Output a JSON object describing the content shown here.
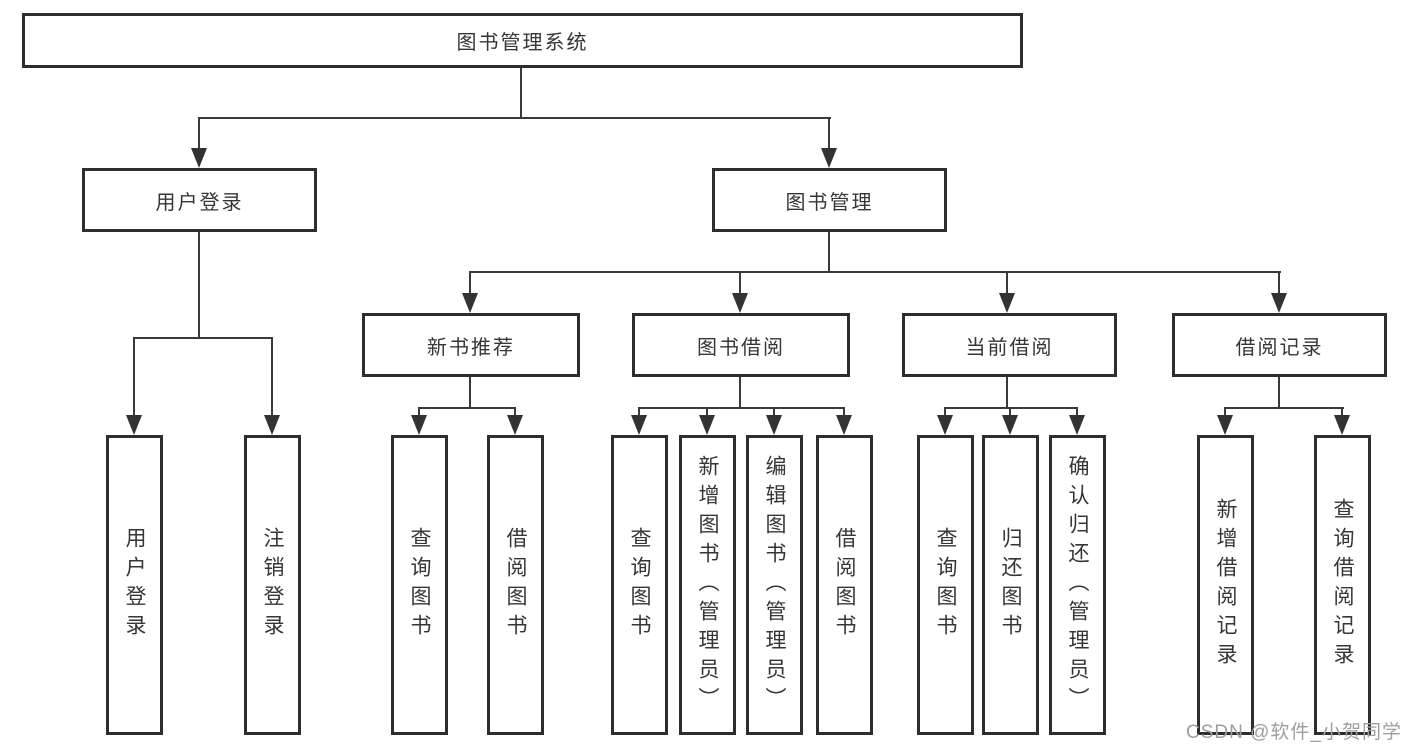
{
  "tree": {
    "label": "图书管理系统",
    "children": [
      {
        "label": "用户登录",
        "children": [
          {
            "label": "用户登录"
          },
          {
            "label": "注销登录"
          }
        ]
      },
      {
        "label": "图书管理",
        "children": [
          {
            "label": "新书推荐",
            "children": [
              {
                "label": "查询图书"
              },
              {
                "label": "借阅图书"
              }
            ]
          },
          {
            "label": "图书借阅",
            "children": [
              {
                "label": "查询图书"
              },
              {
                "label": "新增图书（管理员）"
              },
              {
                "label": "编辑图书（管理员）"
              },
              {
                "label": "借阅图书"
              }
            ]
          },
          {
            "label": "当前借阅",
            "children": [
              {
                "label": "查询图书"
              },
              {
                "label": "归还图书"
              },
              {
                "label": "确认归还（管理员）"
              }
            ]
          },
          {
            "label": "借阅记录",
            "children": [
              {
                "label": "新增借阅记录"
              },
              {
                "label": "查询借阅记录"
              }
            ]
          }
        ]
      }
    ]
  },
  "watermark": "CSDN @软件_小贺同学",
  "colors": {
    "line": "#3a3a3a",
    "border": "#2d2d2d",
    "text": "#363636",
    "watermark": "#9e9e9e",
    "background": "#ffffff"
  }
}
